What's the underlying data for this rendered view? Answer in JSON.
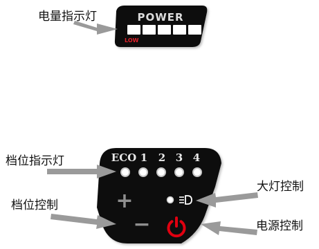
{
  "power_indicator": {
    "callout_label": "电量指示灯",
    "title": "POWER",
    "low_label": "LOW",
    "segments": 5
  },
  "gear_indicator": {
    "callout_label": "档位指示灯",
    "mode_labels": [
      "ECO",
      "1",
      "2",
      "3",
      "4"
    ],
    "leds": 5
  },
  "gear_control": {
    "callout_label": "档位控制",
    "plus_symbol": "+",
    "minus_symbol": "−"
  },
  "light_control": {
    "callout_label": "大灯控制",
    "icon": "headlight-icon"
  },
  "power_control": {
    "callout_label": "电源控制",
    "icon": "power-icon"
  },
  "colors": {
    "panel": "#0d0d0d",
    "gray_ring": "#c7c7c7",
    "low": "#e0202a",
    "power_button": "#e00010",
    "arrow": "#9a9a9a"
  }
}
